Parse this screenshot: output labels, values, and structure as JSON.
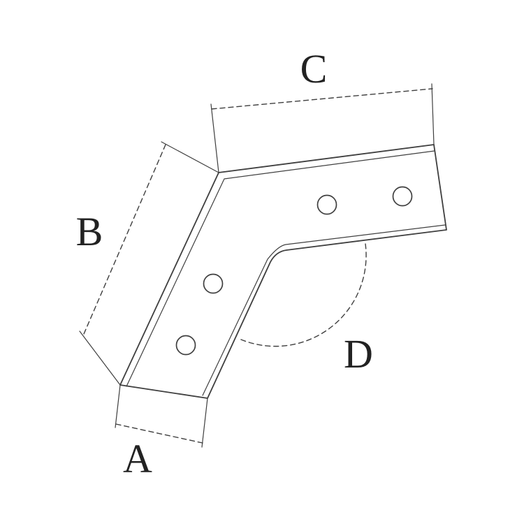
{
  "figure": {
    "labels": {
      "a": "A",
      "b": "B",
      "c": "C",
      "d": "D"
    },
    "colors": {
      "line": "#3f3f3f",
      "label": "#222222",
      "background": "#ffffff"
    }
  }
}
